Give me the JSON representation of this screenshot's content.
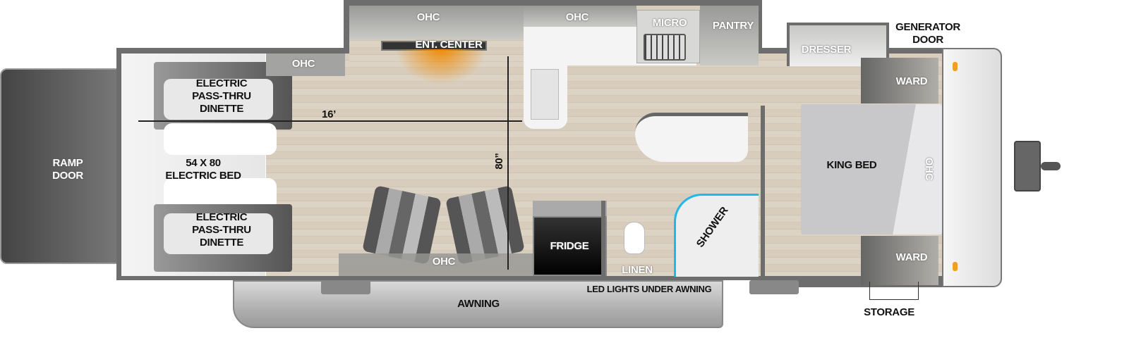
{
  "floorplan": {
    "rear": {
      "ramp_door": "RAMP\nDOOR",
      "dinette_top": "ELECTRIC\nPASS-THRU\nDINETTE",
      "bed": "54 X 80\nELECTRIC BED",
      "dinette_bottom": "ELECTRIC\nPASS-THRU\nDINETTE",
      "ohc": "OHC"
    },
    "living": {
      "ohc_top_left": "OHC",
      "ent_center": "ENT. CENTER",
      "ohc_top_right": "OHC",
      "micro": "MICRO",
      "pantry": "PANTRY",
      "length_dimension": "16’",
      "width_dimension": "80”",
      "ohc_bottom": "OHC",
      "fridge": "FRIDGE"
    },
    "bath": {
      "linen": "LINEN",
      "shower": "SHOWER"
    },
    "exterior": {
      "awning": "AWNING",
      "led_lights": "LED LIGHTS UNDER AWNING",
      "generator_door": "GENERATOR\nDOOR",
      "storage": "STORAGE"
    },
    "bedroom": {
      "dresser": "DRESSER",
      "ward_top": "WARD",
      "king_bed": "KING BED",
      "ohc": "OHC",
      "ward_bottom": "WARD"
    },
    "colors": {
      "floor": "#d8cdbd",
      "walls": "#6d6d6d",
      "ent_center_glow": "#f08a00",
      "shower_accent": "#1fb8e8",
      "marker_lights": "#f0a020"
    }
  }
}
